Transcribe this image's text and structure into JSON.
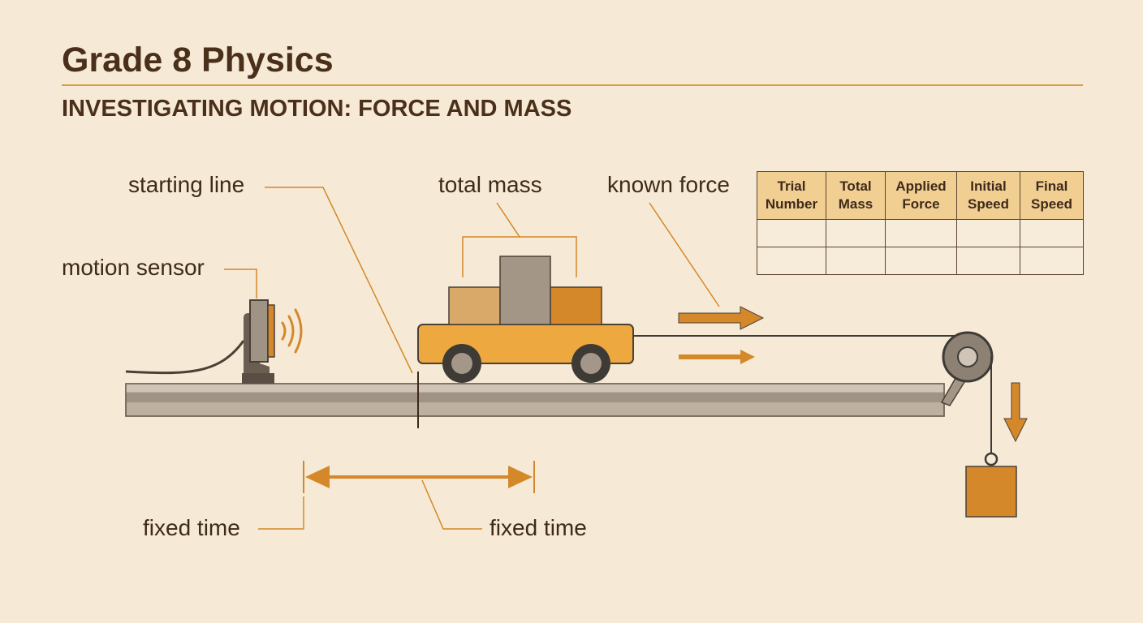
{
  "header": {
    "title": "Grade 8 Physics",
    "subtitle": "INVESTIGATING MOTION: FORCE AND MASS"
  },
  "labels": {
    "starting_line": "starting line",
    "total_mass": "total mass",
    "known_force": "known force",
    "motion_sensor": "motion sensor",
    "fixed_time_left": "fixed time",
    "fixed_time_right": "fixed time"
  },
  "table": {
    "headers": [
      "Trial\nNumber",
      "Total\nMass",
      "Applied\nForce",
      "Initial\nSpeed",
      "Final\nSpeed"
    ],
    "rows": [
      [
        "",
        "",
        "",
        "",
        ""
      ],
      [
        "",
        "",
        "",
        "",
        ""
      ]
    ]
  },
  "colors": {
    "background": "#f6ead6",
    "accent_orange": "#d4882a",
    "cart_orange": "#eea840",
    "text_brown": "#4a2f1a",
    "track_gray": "#bdb0a0"
  }
}
